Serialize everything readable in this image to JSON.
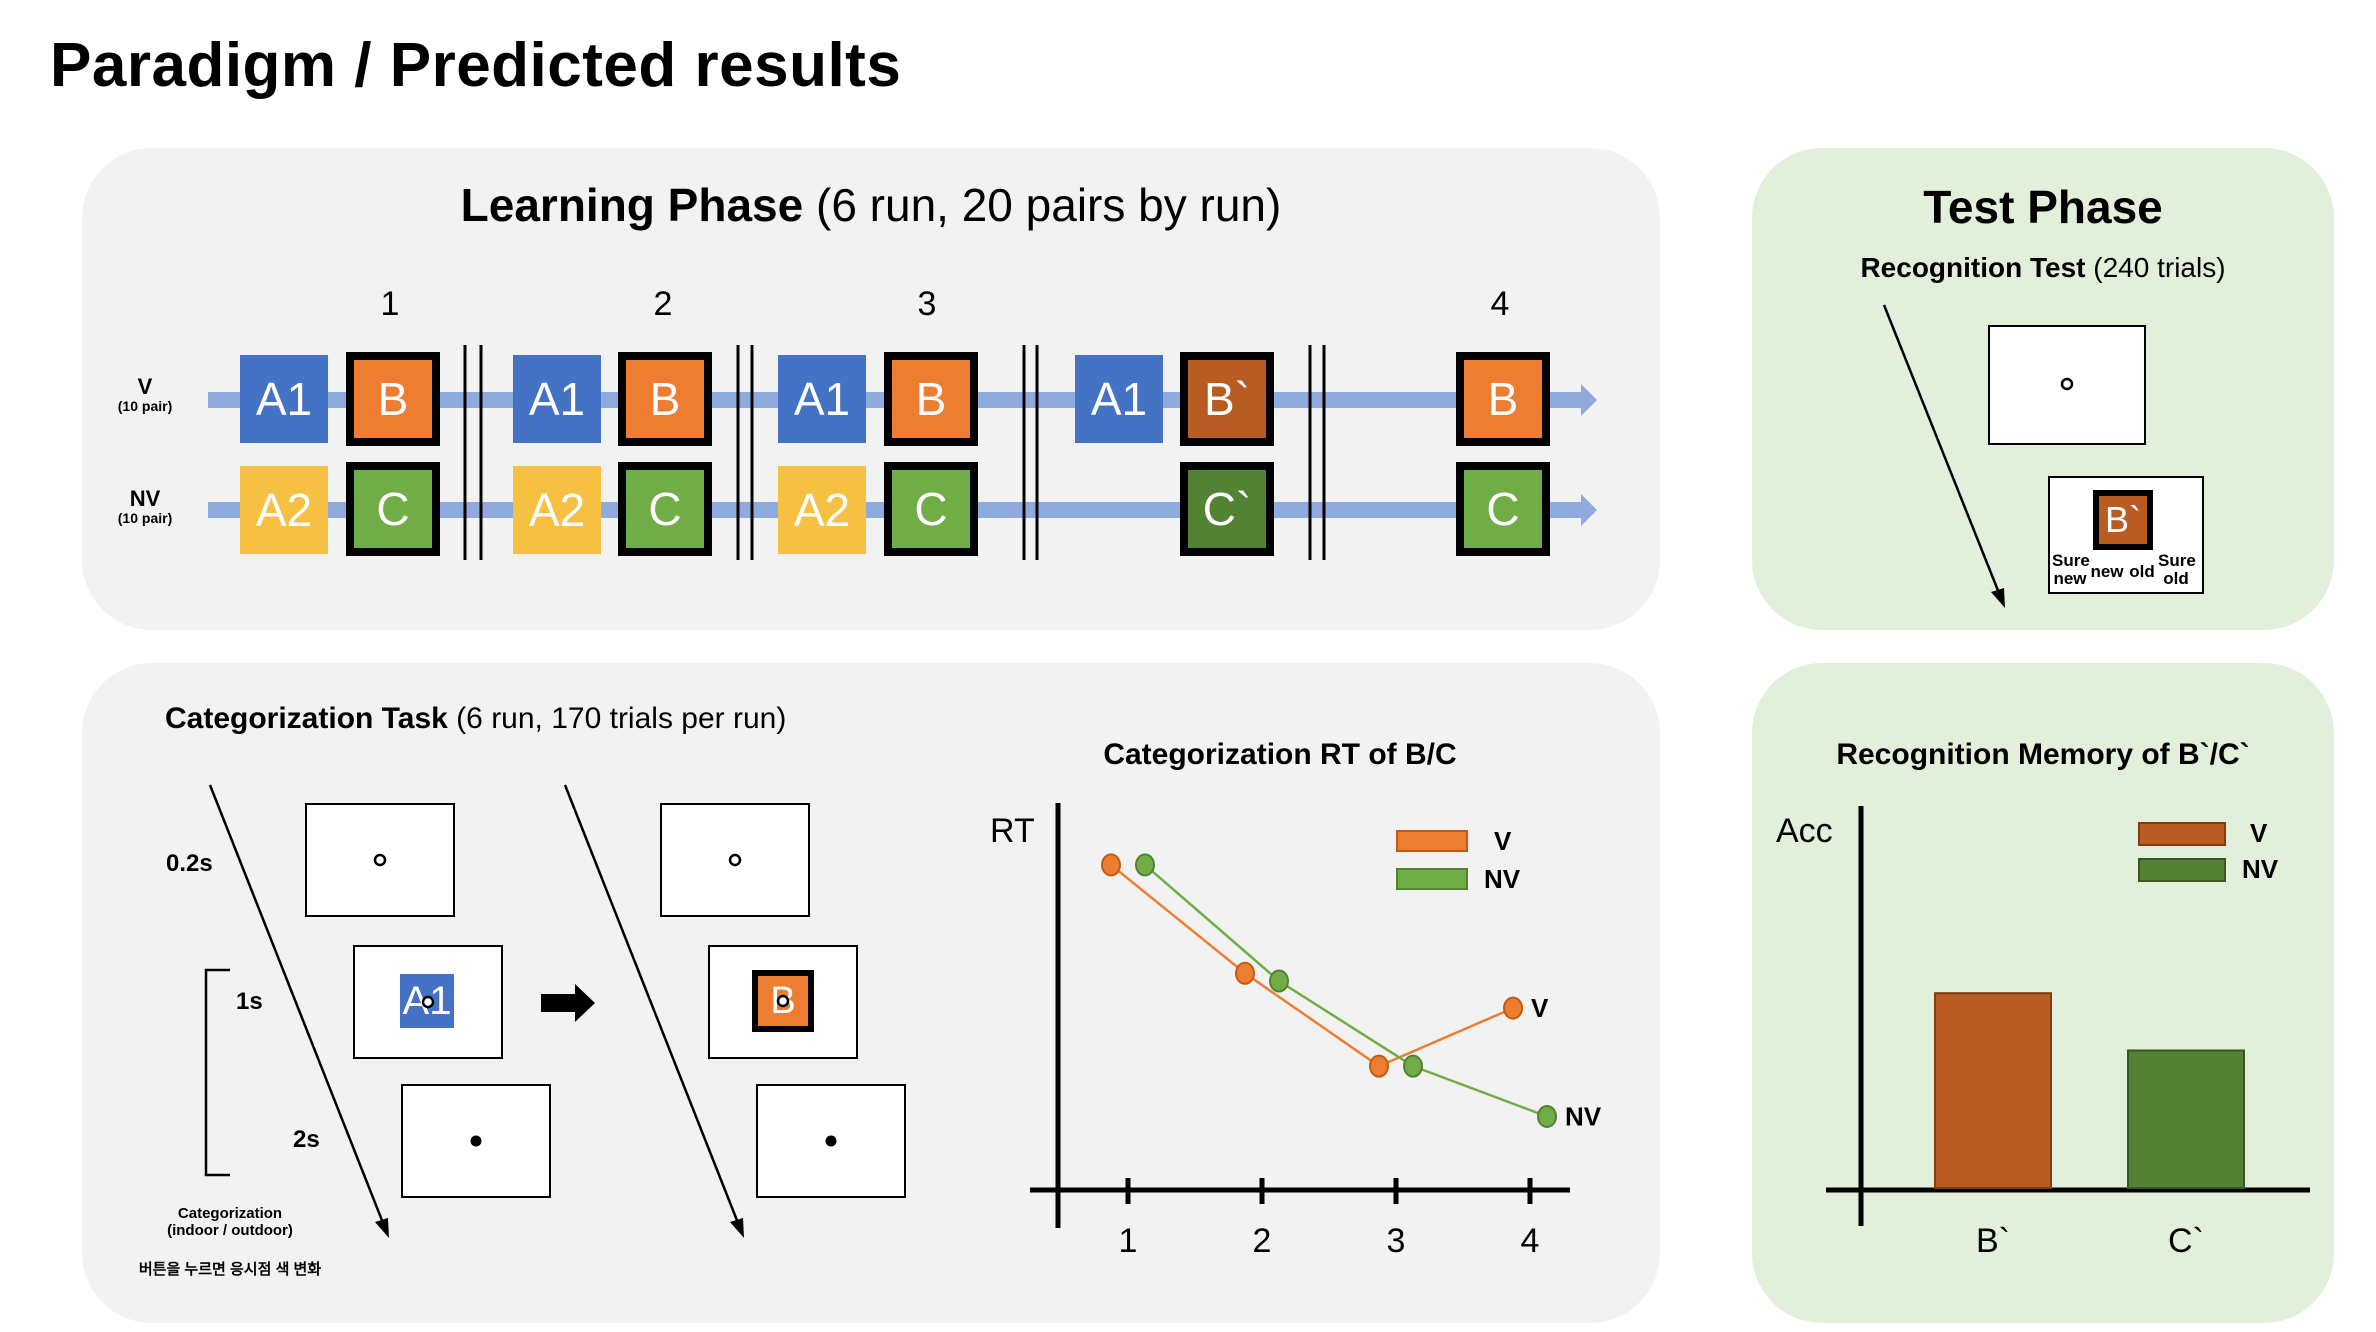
{
  "title": "Paradigm / Predicted results",
  "learning": {
    "title_bold": "Learning Phase",
    "title_rest": " (6 run, 20 pairs by run)",
    "steps": [
      "1",
      "2",
      "3",
      "4"
    ],
    "rows": [
      {
        "label": "V",
        "sub": "(10 pair)"
      },
      {
        "label": "NV",
        "sub": "(10 pair)"
      }
    ],
    "stim": {
      "a1": "A1",
      "a2": "A2",
      "b": "B",
      "c": "C",
      "b_prime": "B`",
      "c_prime": "C`"
    }
  },
  "test": {
    "title": "Test Phase",
    "subtitle_bold": "Recognition Test",
    "subtitle_rest": " (240 trials)",
    "stim": "B`",
    "scale": [
      "Sure new",
      "new",
      "old",
      "Sure old"
    ]
  },
  "categorization": {
    "title_bold": "Categorization Task",
    "title_rest": " (6 run, 170 trials per run)",
    "timings": [
      "0.2s",
      "1s",
      "2s"
    ],
    "stim_left": "A1",
    "stim_right": "B",
    "note1": "Categorization",
    "note2": "(indoor / outdoor)",
    "note3": "버튼을 누르면 응시점 색 변화"
  },
  "rt_chart": {
    "title": "Categorization RT of B/C",
    "ylabel": "RT",
    "legend": [
      "V",
      "NV"
    ]
  },
  "rec_chart": {
    "title": "Recognition Memory of B`/C`",
    "ylabel": "Acc",
    "legend": [
      "V",
      "NV"
    ]
  },
  "chart_data": [
    {
      "type": "line",
      "title": "Categorization RT of B/C",
      "xlabel": "",
      "ylabel": "RT",
      "x": [
        1,
        2,
        3,
        4
      ],
      "series": [
        {
          "name": "V",
          "color": "#ed7d31",
          "values": [
            0.84,
            0.56,
            0.32,
            0.47
          ]
        },
        {
          "name": "NV",
          "color": "#70ad47",
          "values": [
            0.84,
            0.54,
            0.32,
            0.19
          ]
        }
      ],
      "ylim": [
        0,
        1
      ],
      "legend": "top-right"
    },
    {
      "type": "bar",
      "title": "Recognition Memory of B`/C`",
      "xlabel": "",
      "ylabel": "Acc",
      "categories": [
        "B`",
        "C`"
      ],
      "series": [
        {
          "name": "V",
          "color": "#b85c24",
          "values": [
            0.51
          ]
        },
        {
          "name": "NV",
          "color": "#548235",
          "values": [
            0.36
          ]
        }
      ],
      "ylim": [
        0,
        1
      ],
      "legend": "top-right"
    }
  ]
}
